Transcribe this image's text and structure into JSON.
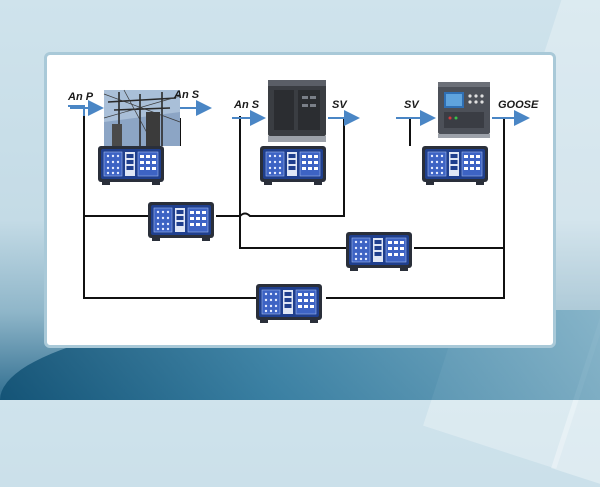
{
  "diagram": {
    "labels": {
      "an_p": "An P",
      "an_s_out": "An S",
      "an_s_in": "An S",
      "sv_out": "SV",
      "sv_in": "SV",
      "goose": "GOOSE"
    },
    "colors": {
      "arrow": "#4a86c5",
      "wire": "#111111",
      "device_body": "#1f3f8e",
      "device_frame": "#2a2f3a"
    },
    "icons": [
      "substation-photo",
      "merging-unit",
      "protection-relay",
      "test-set"
    ]
  }
}
